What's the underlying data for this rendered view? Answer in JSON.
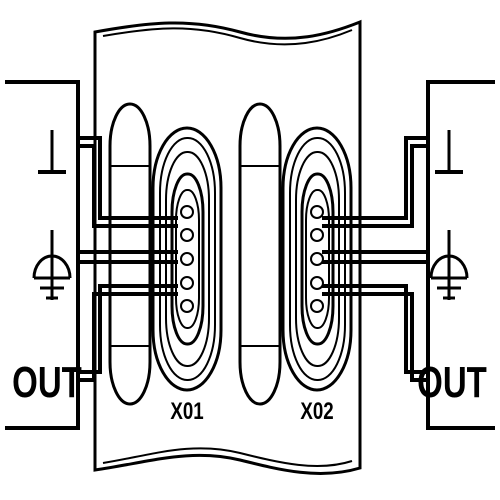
{
  "diagram": {
    "left_panel": {
      "label_out": "OUT",
      "symbols": [
        "signal-ground-icon",
        "protective-earth-icon"
      ]
    },
    "right_panel": {
      "label_out": "OUT",
      "symbols": [
        "signal-ground-icon",
        "protective-earth-icon"
      ]
    },
    "connectors": [
      {
        "id": "left",
        "label": "X01"
      },
      {
        "id": "right",
        "label": "X02"
      }
    ],
    "colors": {
      "line": "#000000",
      "background": "#ffffff"
    }
  }
}
